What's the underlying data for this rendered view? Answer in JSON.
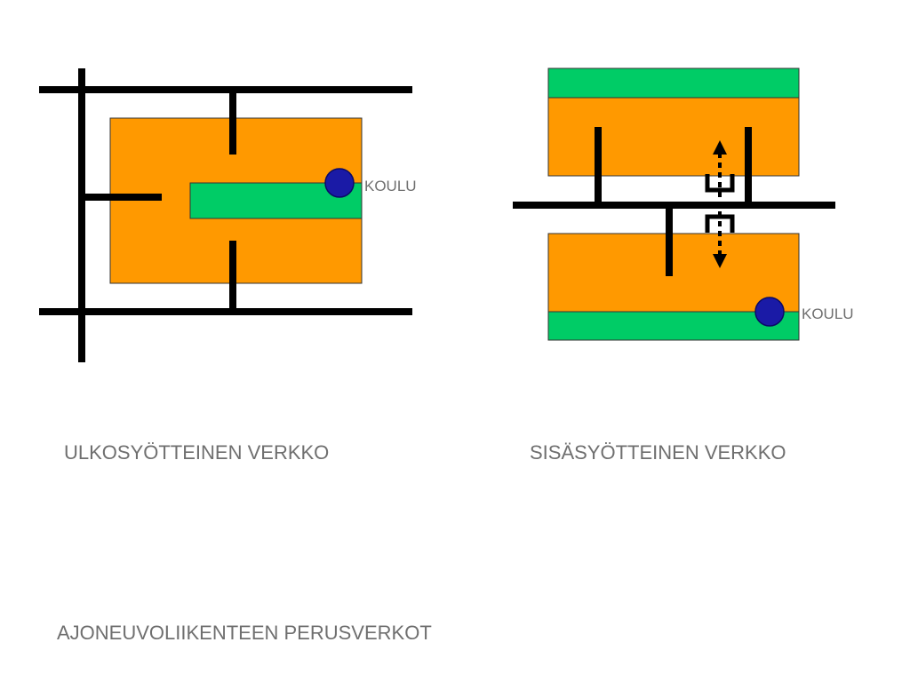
{
  "colors": {
    "block": "#ff9900",
    "green_zone": "#00cc66",
    "road": "#000000",
    "school_marker": "#1a1aa6",
    "text": "#6f6f6f"
  },
  "left_diagram": {
    "school_label": "KOULU",
    "caption": "ULKOSYÖTTEINEN VERKKO"
  },
  "right_diagram": {
    "school_label": "KOULU",
    "caption": "SISÄSYÖTTEINEN VERKKO"
  },
  "slide_title": "AJONEUVOLIIKENTEEN PERUSVERKOT"
}
